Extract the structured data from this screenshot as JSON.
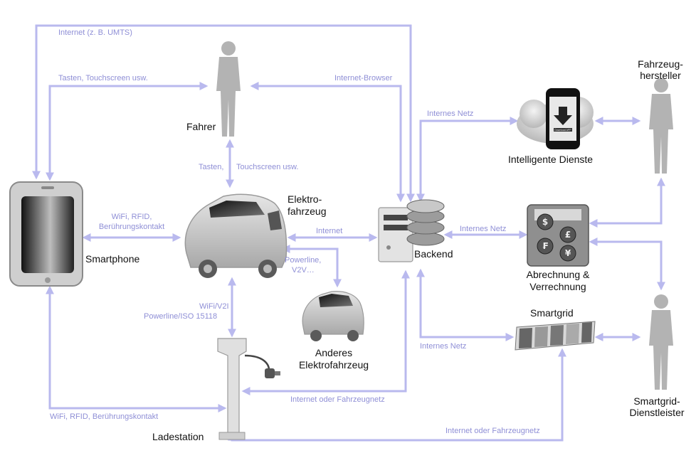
{
  "nodes": {
    "driver": "Fahrer",
    "car": [
      "Elektro-",
      "fahrzeug"
    ],
    "phone": "Smartphone",
    "backend": "Backend",
    "services": "Intelligente Dienste",
    "manufacturer": [
      "Fahrzeug-",
      "hersteller"
    ],
    "billing": [
      "Abrechnung &",
      "Verrechnung"
    ],
    "smartgrid": "Smartgrid",
    "grid_provider": [
      "Smartgrid-",
      "Dienstleister"
    ],
    "other_car": [
      "Anderes",
      "Elektrofahrzeug"
    ],
    "station": "Ladestation"
  },
  "edges": {
    "internet_umts": "Internet (z. B. UMTS)",
    "keys_touch_top": "Tasten, Touchscreen usw.",
    "browser": "Internet-Browser",
    "internal_net_top": "Internes Netz",
    "keys_touch_mid_a": "Tasten,",
    "keys_touch_mid_b": "Touchscreen usw.",
    "wifi_rfid_a": "WiFi, RFID,",
    "wifi_rfid_b": "Berührungskontakt",
    "internet_mid": "Internet",
    "internal_net_mid": "Internes Netz",
    "powerline_a": "Powerline,",
    "powerline_b": "V2V…",
    "wifi_v2i_a": "WiFi/V2I",
    "wifi_v2i_b": "Powerline/ISO 15118",
    "internal_net_bottom": "Internes Netz",
    "internet_vehicle_a": "Internet oder Fahrzeugnetz",
    "wifi_rfid_bottom": "WiFi, RFID, Berührungskontakt",
    "internet_vehicle_b": "Internet oder Fahrzeugnetz"
  },
  "app_screen": "Download APP",
  "currency_symbols": [
    "$",
    "£",
    "₣",
    "¥"
  ],
  "colors": {
    "arrow": "#b9b9ee",
    "label": "#8f8fd6"
  }
}
